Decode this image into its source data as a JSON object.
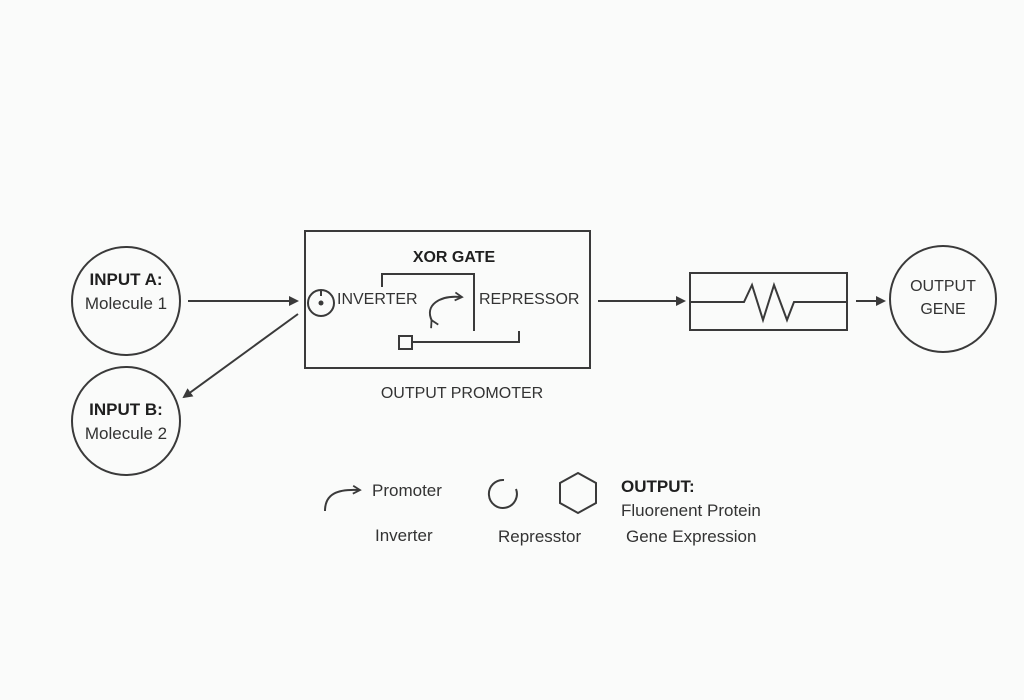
{
  "inputs": [
    {
      "title": "INPUT A:",
      "subtitle": "Molecule 1"
    },
    {
      "title": "INPUT B:",
      "subtitle": "Molecule 2"
    }
  ],
  "gate": {
    "title": "XOR GATE",
    "inverter_label": "INVERTER",
    "repressor_label": "REPRESSOR",
    "caption": "OUTPUT PROMOTER"
  },
  "output": {
    "line1": "OUTPUT",
    "line2": "GENE"
  },
  "legend": {
    "promoter_label": "Promoter",
    "inverter_label": "Inverter",
    "repressor_label": "Represstor",
    "output_title": "OUTPUT:",
    "output_line1": "Fluorenent Protein",
    "output_line2": "Gene Expression"
  },
  "colors": {
    "stroke": "#3a3a3a",
    "background": "#fafbfa"
  }
}
